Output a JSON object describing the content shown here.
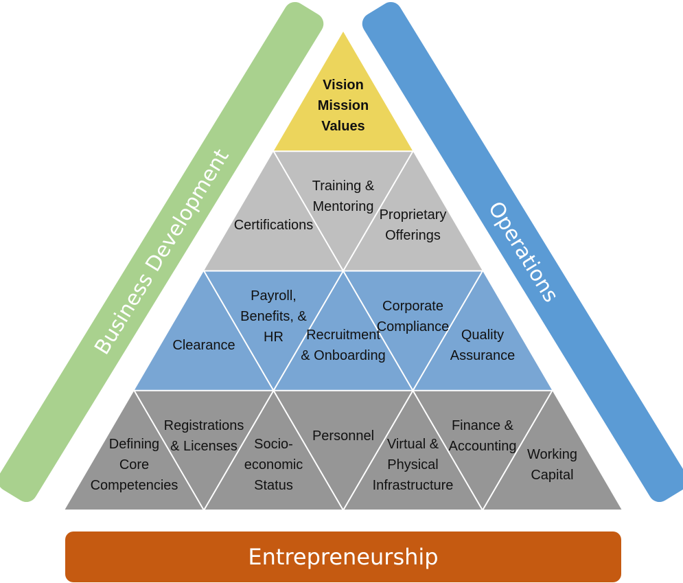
{
  "colors": {
    "top": "#ecd55c",
    "row2": "#bfbfbf",
    "row3": "#79a6d4",
    "row4": "#969696",
    "business_band": "#a9d18e",
    "operations_band": "#5b9bd5",
    "entrepreneurship_bar": "#c55a11",
    "divider": "#ffffff"
  },
  "bands": {
    "business_development": "Business Development",
    "operations": "Operations"
  },
  "foundation": {
    "label": "Entrepreneurship"
  },
  "pyramid": {
    "top": {
      "label": "Vision\nMission\nValues"
    },
    "row2": [
      {
        "label": "Certifications"
      },
      {
        "label": "Training &\nMentoring"
      },
      {
        "label": "Proprietary\nOfferings"
      }
    ],
    "row3": [
      {
        "label": "Clearance"
      },
      {
        "label": "Payroll,\nBenefits, &\nHR"
      },
      {
        "label": "Recruitment\n& Onboarding"
      },
      {
        "label": "Corporate\nCompliance"
      },
      {
        "label": "Quality\nAssurance"
      }
    ],
    "row4": [
      {
        "label": "Defining\nCore\nCompetencies"
      },
      {
        "label": "Registrations\n& Licenses"
      },
      {
        "label": "Socio-\neconomic\nStatus"
      },
      {
        "label": "Personnel"
      },
      {
        "label": "Virtual &\nPhysical\nInfrastructure"
      },
      {
        "label": "Finance &\nAccounting"
      },
      {
        "label": "Working\nCapital"
      }
    ]
  }
}
